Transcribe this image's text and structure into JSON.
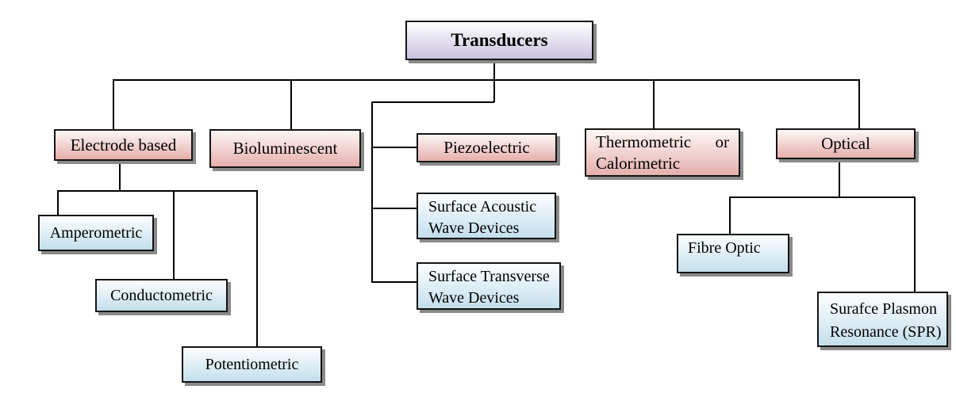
{
  "diagram": {
    "type": "tree",
    "title": "Transducers",
    "nodes": {
      "transducers": {
        "label": "Transducers",
        "level": 1,
        "parent": null
      },
      "electrode_based": {
        "label": "Electrode based",
        "level": 2,
        "parent": "transducers"
      },
      "bioluminescent": {
        "label": "Bioluminescent",
        "level": 2,
        "parent": "transducers"
      },
      "piezoelectric": {
        "label": "Piezoelectric",
        "level": 2,
        "parent": "transducers"
      },
      "thermometric_calorimetric": {
        "label": "Thermometric or Calorimetric",
        "level": 2,
        "parent": "transducers"
      },
      "optical": {
        "label": "Optical",
        "level": 2,
        "parent": "transducers"
      },
      "amperometric": {
        "label": "Amperometric",
        "level": 3,
        "parent": "electrode_based"
      },
      "conductometric": {
        "label": "Conductometric",
        "level": 3,
        "parent": "electrode_based"
      },
      "potentiometric": {
        "label": "Potentiometric",
        "level": 3,
        "parent": "electrode_based"
      },
      "surface_acoustic_wave": {
        "label": "Surface Acoustic Wave Devices",
        "level": 3,
        "parent": "piezoelectric"
      },
      "surface_transverse_wave": {
        "label": "Surface Transverse Wave Devices",
        "level": 3,
        "parent": "piezoelectric"
      },
      "fibre_optic": {
        "label": "Fibre Optic",
        "level": 3,
        "parent": "optical"
      },
      "surface_plasmon_resonance": {
        "label": "Surafce Plasmon Resonance (SPR)",
        "level": 3,
        "parent": "optical"
      }
    },
    "colors": {
      "root_gradient_top": "#ffffff",
      "root_gradient_bottom": "#c9c1de",
      "branch_gradient_top": "#fdf7f6",
      "branch_gradient_bottom": "#e5afac",
      "leaf_gradient_top": "#fdfeff",
      "leaf_gradient_bottom": "#c3dfec",
      "box_border": "#141414",
      "box_shadow": "#8a8a8a",
      "connector": "#000000",
      "background": "#ffffff"
    }
  }
}
